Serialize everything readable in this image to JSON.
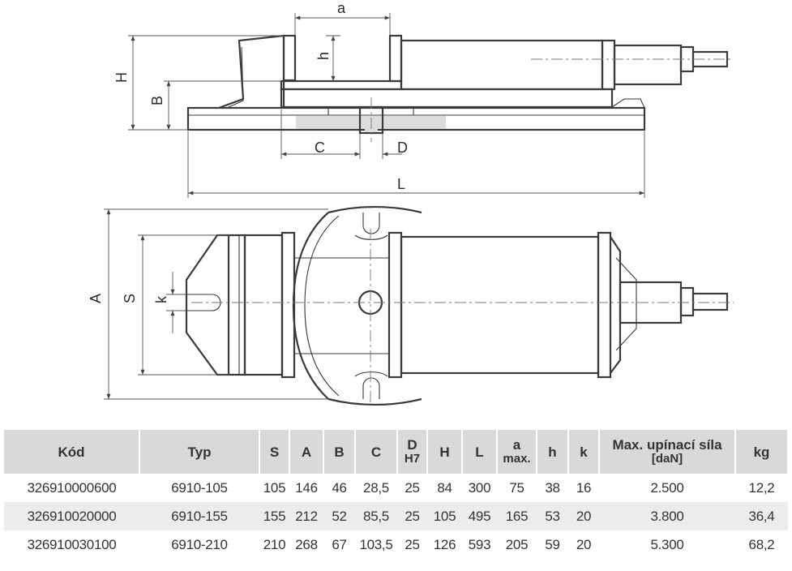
{
  "drawing": {
    "labels": {
      "a": "a",
      "h": "h",
      "H": "H",
      "B": "B",
      "C": "C",
      "D": "D",
      "L": "L",
      "A": "A",
      "S": "S",
      "k": "k"
    }
  },
  "table": {
    "headers": [
      {
        "main": "Kód",
        "sub": ""
      },
      {
        "main": "Typ",
        "sub": ""
      },
      {
        "main": "S",
        "sub": ""
      },
      {
        "main": "A",
        "sub": ""
      },
      {
        "main": "B",
        "sub": ""
      },
      {
        "main": "C",
        "sub": ""
      },
      {
        "main": "D",
        "sub": "H7"
      },
      {
        "main": "H",
        "sub": ""
      },
      {
        "main": "L",
        "sub": ""
      },
      {
        "main": "a",
        "sub": "max."
      },
      {
        "main": "h",
        "sub": ""
      },
      {
        "main": "k",
        "sub": ""
      },
      {
        "main": "Max. upínací síla",
        "sub": "[daN]"
      },
      {
        "main": "kg",
        "sub": ""
      }
    ],
    "rows": [
      [
        "326910000600",
        "6910-105",
        "105",
        "146",
        "46",
        "28,5",
        "25",
        "84",
        "300",
        "75",
        "38",
        "16",
        "2.500",
        "12,2"
      ],
      [
        "326910020000",
        "6910-155",
        "155",
        "212",
        "52",
        "85,5",
        "25",
        "105",
        "495",
        "165",
        "53",
        "20",
        "3.800",
        "36,4"
      ],
      [
        "326910030100",
        "6910-210",
        "210",
        "268",
        "67",
        "103,5",
        "25",
        "126",
        "593",
        "205",
        "59",
        "20",
        "5.300",
        "68,2"
      ]
    ]
  }
}
